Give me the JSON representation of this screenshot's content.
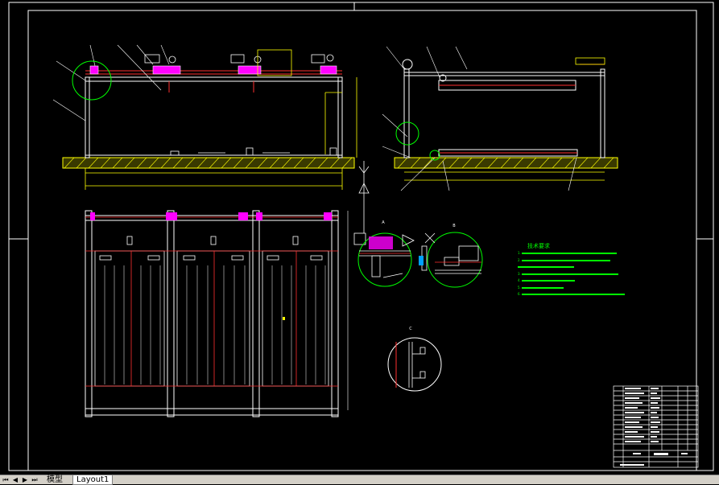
{
  "colors": {
    "background": "#000000",
    "frame": "#ffffff",
    "structure": "#ffff00",
    "detail_red": "#ff3030",
    "detail_magenta": "#ff00ff",
    "detail_circle": "#00ff00",
    "notes_text": "#00ff00",
    "title_block": "#ffffff"
  },
  "notes": {
    "title": "技术要求",
    "lines": [
      "1. ",
      "2. ",
      "   ",
      "3. ",
      "4. ",
      "5. ",
      "6. "
    ]
  },
  "detail_labels": [
    "A",
    "B",
    "C"
  ],
  "tabs": {
    "model": "模型",
    "layout": "Layout1"
  },
  "nav": {
    "first": "⏮",
    "prev": "◀",
    "next": "▶",
    "last": "⏭"
  }
}
